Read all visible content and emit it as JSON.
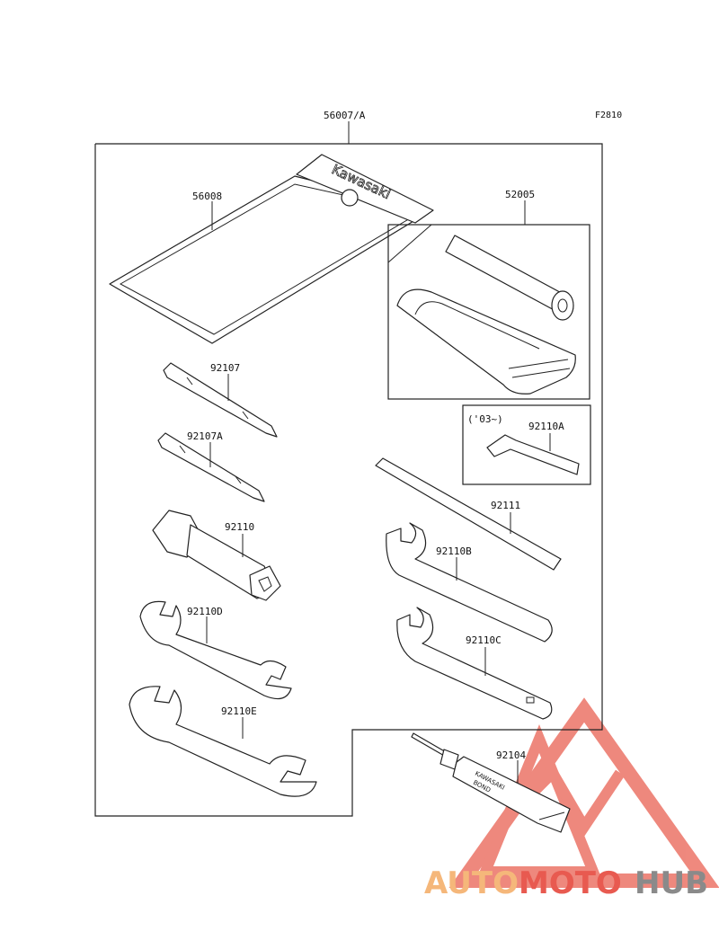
{
  "figure_code": "F2810",
  "parts": {
    "tool_kit": "56007/A",
    "case": "56008",
    "bag_assy": "52005",
    "driver_1": "92107",
    "driver_2": "92107A",
    "hex_wrench_note": "('03~)",
    "hex_wrench": "92110A",
    "handle": "92111",
    "plug_wrench": "92110",
    "hook_wrench_b": "92110B",
    "open_wrench_d": "92110D",
    "hook_wrench_c": "92110C",
    "open_wrench_e": "92110E",
    "bond": "92104"
  },
  "embossed": {
    "case_brand": "Kawasaki",
    "tube_brand": "KAWASAKI",
    "tube_label": "BOND"
  },
  "watermark": {
    "part1": "AUTO",
    "part2": "MOTO",
    "part3": "HUB",
    "color_orange": "#f5b77a",
    "color_red": "#e85a50",
    "color_gray": "#8a8a8a"
  }
}
